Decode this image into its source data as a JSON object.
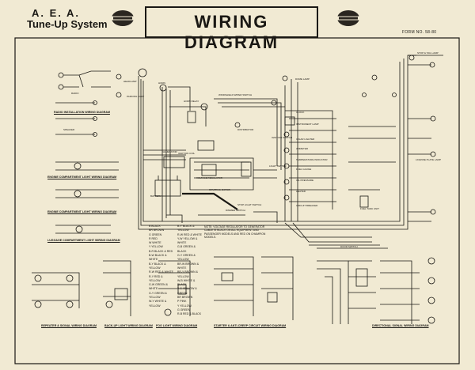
{
  "header": {
    "brand_line1": "A. E. A.",
    "brand_line2": "Tune-Up System",
    "title": "WIRING DIAGRAM",
    "form_number": "FORM NO. 58-80"
  },
  "legend": {
    "columns": [
      [
        "B BLACK",
        "BR BROWN",
        "G GREEN",
        "R RED",
        "W WHITE",
        "Y YELLOW",
        "B-R BLACK & RED",
        "B-W BLACK & WHITE",
        "B-Y BLACK & YELLOW",
        "R-W RED & WHITE",
        "R-Y RED & YELLOW",
        "G-W GREEN & WHITE",
        "G-Y GREEN & YELLOW",
        "W-Y WHITE & YELLOW"
      ],
      [
        "B-Y BLACK & YELLOW",
        "R-W RED & WHITE",
        "Y-W YELLOW & WHITE",
        "G-B GREEN & BLACK",
        "G-Y GREEN & YELLOW",
        "BR-W BROWN & WHITE",
        "BR-Y BROWN & YELLOW",
        "W-B WHITE & BLACK",
        "Y-G YELLOW & GREEN",
        "BR BROWN",
        "P PINK",
        "Y YELLOW",
        "G GREEN",
        "R-B RED & BLACK"
      ]
    ]
  },
  "note": "NOTE: VOLTAGE REGULATOR TO GENERATOR CABLE IS BLACK ON ALL EQUIPMENT AND PASSENGER MODELS AND RED ON CHAMPION MODELS.",
  "captions": {
    "radio": "RADIO INSTALLATION WIRING DIAGRAM",
    "engine_compartment_light": "ENGINE COMPARTMENT LIGHT WIRING DIAGRAM",
    "luggage_light": "LUGGAGE COMPARTMENT LIGHT WIRING DIAGRAM",
    "repeater": "REPEATER & SIGNAL WIRING DIAGRAM",
    "back_up": "BACK-UP LIGHT WIRING DIAGRAM",
    "fog_light": "FOG LIGHT WIRING DIAGRAM",
    "starter": "STARTER & ANTI-CREEP CIRCUIT WIRING DIAGRAM",
    "directional": "DIRECTIONAL SIGNAL WIRING DIAGRAM"
  },
  "components": {
    "battery": "BATTERY",
    "generator": "GENERATOR",
    "starting_motor": "STARTING MOTOR",
    "ignition_coil": "IGNITION COIL",
    "distributor": "DISTRIBUTOR",
    "horn": "HORN",
    "horn_relay": "HORN RELAY",
    "dome_lamp": "DOME LAMP",
    "ammeter": "AMMETER",
    "fuel_gauge": "FUEL GAUGE",
    "temperature": "TEMPERATURE INDICATOR",
    "headlamp": "HEADLAMP",
    "parking_lamp": "PARKING LAMP",
    "tail_lamp": "STOP & TAIL LAMP",
    "license_lamp": "LICENSE PLATE LAMP",
    "circuit_breaker": "CIRCUIT BREAKER",
    "light_switch": "LIGHT SWITCH",
    "dimmer_switch": "DIMMER SWITCH",
    "ignition_switch": "IGNITION SWITCH",
    "heater": "HEATER",
    "cigar_lighter": "CIGAR LIGHTER",
    "wiper": "WINDSHIELD WIPER SWITCH",
    "oil_pressure": "OIL PRESSURE",
    "regulator": "VOLTAGE REGULATOR",
    "instrument_lamp": "INSTRUMENT LAMP",
    "stop_light_switch": "STOP LIGHT SWITCH",
    "door_switch": "DOOR SWITCH",
    "fuel_tank_unit": "FUEL TANK UNIT",
    "clock": "CLOCK",
    "radio": "RADIO",
    "speaker": "SPEAKER"
  }
}
